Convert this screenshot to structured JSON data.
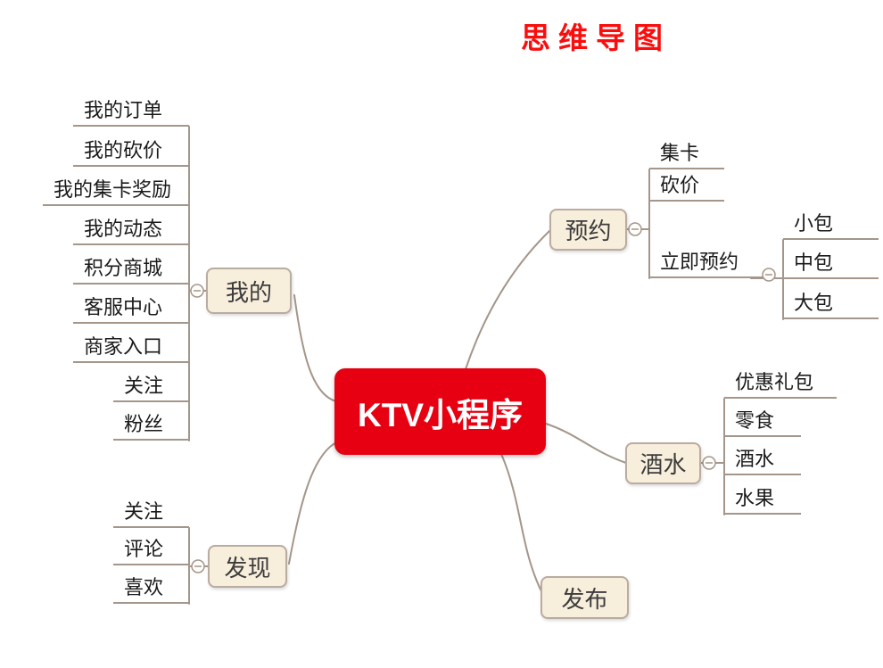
{
  "title": "思维导图",
  "mindmap": {
    "center": "KTV小程序",
    "branches": [
      {
        "label": "我的",
        "children": [
          {
            "label": "我的订单"
          },
          {
            "label": "我的砍价"
          },
          {
            "label": "我的集卡奖励"
          },
          {
            "label": "我的动态"
          },
          {
            "label": "积分商城"
          },
          {
            "label": "客服中心"
          },
          {
            "label": "商家入口"
          },
          {
            "label": "关注"
          },
          {
            "label": "粉丝"
          }
        ]
      },
      {
        "label": "发现",
        "children": [
          {
            "label": "关注"
          },
          {
            "label": "评论"
          },
          {
            "label": "喜欢"
          }
        ]
      },
      {
        "label": "预约",
        "children": [
          {
            "label": "集卡"
          },
          {
            "label": "砍价"
          },
          {
            "label": "立即预约",
            "children": [
              {
                "label": "小包"
              },
              {
                "label": "中包"
              },
              {
                "label": "大包"
              }
            ]
          }
        ]
      },
      {
        "label": "酒水",
        "children": [
          {
            "label": "优惠礼包"
          },
          {
            "label": "零食"
          },
          {
            "label": "酒水"
          },
          {
            "label": "水果"
          }
        ]
      },
      {
        "label": "发布",
        "children": []
      }
    ]
  },
  "colors": {
    "title_color": "#fb0d0d",
    "center_bg": "#e60012",
    "center_text": "#ffffff",
    "branch_bg": "#f8eedc",
    "branch_border": "#b9aca0",
    "branch_text": "#3c3c3c",
    "leaf_text": "#1a1a1a",
    "line_color": "#a4968a"
  }
}
